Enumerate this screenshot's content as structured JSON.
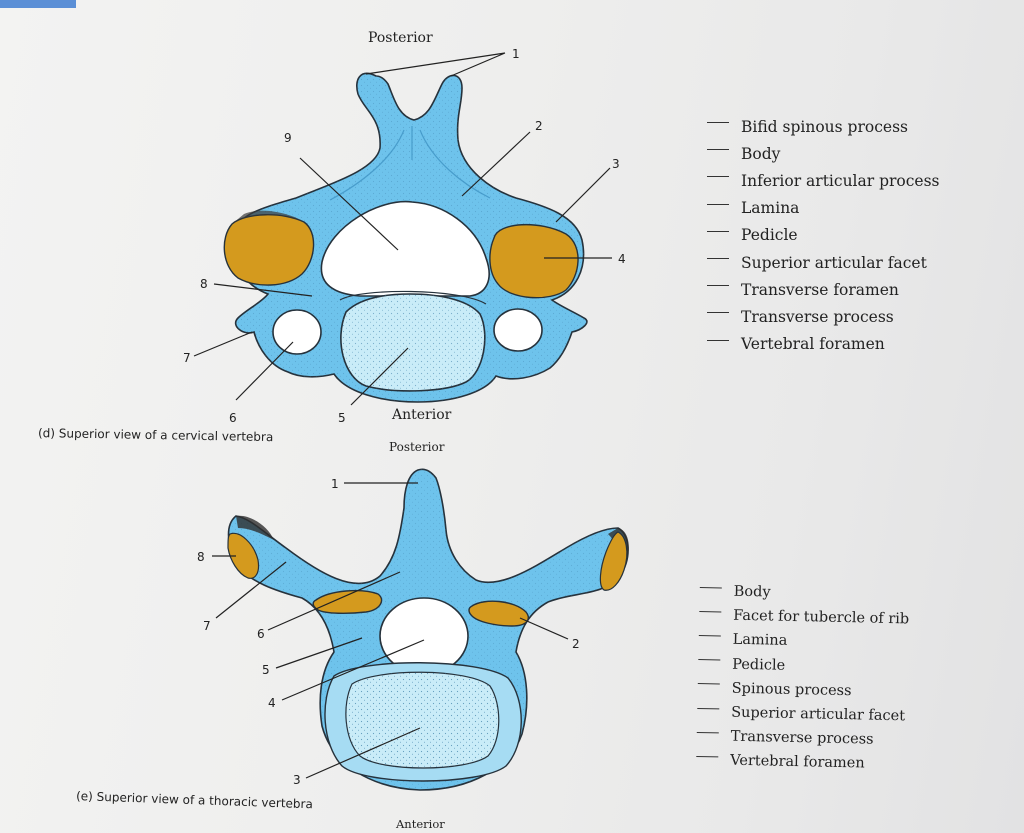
{
  "cervical": {
    "posterior": "Posterior",
    "anterior": "Anterior",
    "caption": "(d) Superior view of a cervical vertebra",
    "numbers": [
      "1",
      "2",
      "3",
      "4",
      "5",
      "6",
      "7",
      "8",
      "9"
    ],
    "terms": [
      "Bifid spinous process",
      "Body",
      "Inferior articular process",
      "Lamina",
      "Pedicle",
      "Superior articular facet",
      "Transverse foramen",
      "Transverse process",
      "Vertebral foramen"
    ]
  },
  "thoracic": {
    "posterior": "Posterior",
    "anterior": "Anterior",
    "caption": "(e) Superior view of a thoracic vertebra",
    "numbers": [
      "1",
      "2",
      "3",
      "4",
      "5",
      "6",
      "7",
      "8"
    ],
    "terms": [
      "Body",
      "Facet for tubercle of rib",
      "Lamina",
      "Pedicle",
      "Spinous process",
      "Superior articular facet",
      "Transverse process",
      "Vertebral foramen"
    ]
  },
  "colors": {
    "bone": "#6ec3ec",
    "bone_dark": "#4aa6d6",
    "facet": "#d49a1e",
    "body": "#c9ecf8",
    "outline": "#26323c",
    "foramen": "#ffffff"
  }
}
